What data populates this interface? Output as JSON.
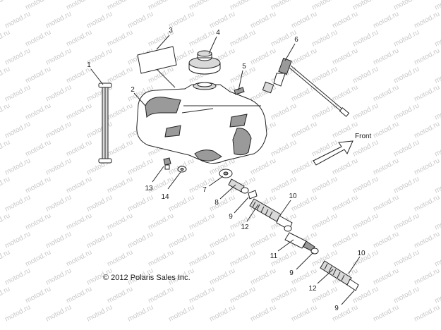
{
  "watermark": "motod.ru",
  "direction_label": "Front",
  "copyright": "© 2012 Polaris Sales Inc.",
  "callouts": [
    {
      "id": "1",
      "text": "1"
    },
    {
      "id": "2",
      "text": "2"
    },
    {
      "id": "3",
      "text": "3"
    },
    {
      "id": "4",
      "text": "4"
    },
    {
      "id": "5",
      "text": "5"
    },
    {
      "id": "6",
      "text": "6"
    },
    {
      "id": "7",
      "text": "7"
    },
    {
      "id": "8",
      "text": "8"
    },
    {
      "id": "9a",
      "text": "9"
    },
    {
      "id": "9b",
      "text": "9"
    },
    {
      "id": "9c",
      "text": "9"
    },
    {
      "id": "10a",
      "text": "10"
    },
    {
      "id": "10b",
      "text": "10"
    },
    {
      "id": "11",
      "text": "11"
    },
    {
      "id": "12a",
      "text": "12"
    },
    {
      "id": "12b",
      "text": "12"
    },
    {
      "id": "13",
      "text": "13"
    },
    {
      "id": "14",
      "text": "14"
    }
  ]
}
